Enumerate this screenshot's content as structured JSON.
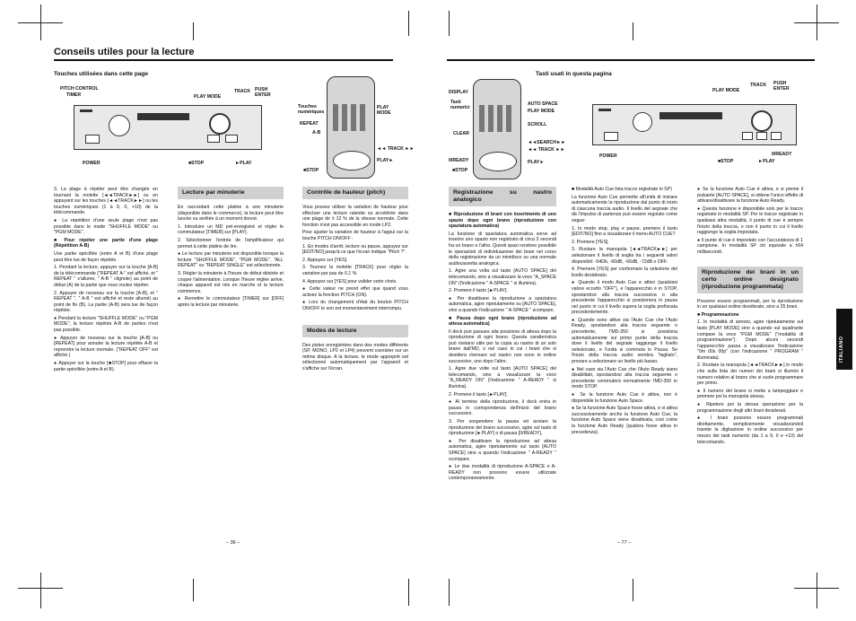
{
  "left_page": {
    "section_title": "Conseils utiles pour la lecture",
    "fig_caption": "Touches utilisées dans cette page",
    "fig_labels": {
      "pitch_control": "PITCH CONTROL",
      "timer": "TIMER",
      "play_mode": "PLAY MODE",
      "track": "TRACK",
      "push_enter": "PUSH\nENTER",
      "power": "POWER",
      "stop": "■STOP",
      "play": "►PLAY",
      "touches_num": "Touches\nnumériques",
      "repeat": "REPEAT",
      "ab": "A-B",
      "play_mode_r": "PLAY\nMODE",
      "track_r": "◄◄ TRACK ►►",
      "play_r": "PLAY►",
      "stop_r": "■STOP"
    },
    "col1": [
      "3. La plage à répéter peut être changée en tournant la molette [◄◄TRACK►►] ou en appuyant sur les touches [◄◄TRACK►►] ou les touches numériques (1 à 9, 0, +10) de la télécommande.",
      "● La répétition d'une seule plage n'est pas possible dans le mode \"SHUFFLE MODE\" ou \"PGM MODE\".",
      "■ Pour répéter une partie d'une plage (Répétition A-B)",
      "Une partie spécifiée (entre A et B) d'une plage peut être lue de façon répétée.",
      "1. Pendant la lecture, appuyer sur la touche [A-B] de la télécommande (\"REPEAT A-\" est affiché, et \" REPEAT \" s'allume, \" A-B \" clignote) au point de début (A) de la partie que vous voulez répéter.",
      "2. Appuyer de nouveau sur la touche [A-B], et \" REPEAT \", \" A-B \" est affiché et reste allumé) au point de fin (B). La partie (A-B) sera lue de façon répétée.",
      "● Pendant la lecture \"SHUFFLE MODE\" ou \"PGM MODE\", la lecture répétée A-B de parties n'est pas possible.",
      "● Appuyer de nouveau sur la touche [A-B] ou [REPEAT] pour annuler la lecture répétée A-B et reprendre la lecture normale. (\"REPEAT OFF\" est affiché.)",
      "● Appuyer sur la touche [■STOP] pour effacer la partie spécifiée (entre A et B)."
    ],
    "col2_title": "Lecture par minuterie",
    "col2": [
      "En raccordant cette platine à une minuterie (disponible dans le commerce), la lecture peut être lancée ou arrêtée à un moment donné.",
      "1. Introduire un MD pré-enregistré et régler le commutateur [TIMER] sur [PLAY].",
      "2. Sélectionner l'entrée de l'amplificateur qui permet à cette platine de lire.",
      "● Le lecture par minuterie est disponible lorsque la lecture \"SHUFFLE MODE\", \"PGM MODE\", \"ALL REPEAT\" ou \"REPEAT SINGLE\" est sélectionnée.",
      "3. Régler la minuterie à l'heure de début désirée et couper l'alimentation. Lorsque l'heure réglée arrive, chaque appareil est mis en marche et la lecture commence.",
      "● Remettre le commutateur [TIMER] sur [OFF] après la lecture par minuterie."
    ],
    "col3_title": "Contrôle de hauteur (pitch)",
    "col3": [
      "Vous pouvez utiliser la variation de hauteur pour effectuer une lecture ralentie ou accélérée dans une plage de ± 12 % de la vitesse normale. Cette fonction n'est pas accessible en mode LP2.",
      "Pour ajuster la variation de hauteur à l'appui sur la touche PITCH ON/OFF :",
      "1. En modes d'arrêt, lecture ou pause, appuyez sur [EDIT/NO] jusqu'à ce que l'écran indique \"Pitch ?\".",
      "2. Appuyez sur [YES].",
      "3. Tournez la molette [TRACK] pour régler la variation par pas de 0,1 %.",
      "4. Appuyez sur [YES] pour valider votre choix.",
      "● Cette valeur ne prend effet que quand vous activez la fonction PITCH (ON).",
      "● Lors du changement d'état du bouton PITCH ON/OFF le son est momentanément interrompu."
    ],
    "col3b_title": "Modes de lecture",
    "col3b": [
      "Des pistes enregistrées dans des modes différents (SP, MONO, LP2 et LP4) peuvent coexister sur un même disque. A la lecture, le mode approprié est sélectionné automatiquement par l'appareil et s'affiche sur l'écran."
    ],
    "page_number": "– 36 –"
  },
  "right_page": {
    "fig_caption": "Tasti usati in questa pagina",
    "fig_labels": {
      "display": "DISPLAY",
      "tasti": "Tasti\nnumerici",
      "clear": "CLEAR",
      "ready": "II/READY",
      "stop": "■STOP",
      "auto_space": "AUTO SPACE",
      "play_mode": "PLAY MODE",
      "scroll": "SCROLL",
      "search": "◄◄SEARCH►►",
      "track": "◄◄ TRACK ►►",
      "play": "PLAY►",
      "play_mode_d": "PLAY MODE",
      "track_d": "TRACK",
      "push_enter": "PUSH\nENTER",
      "power": "POWER",
      "stop_d": "■STOP",
      "play_d": "►PLAY",
      "ready_d": "II/READY"
    },
    "col1_title": "Registrazione su nastro analogico",
    "col1": [
      "■ Riproduzione di brani con inserimento di uno spazio dopo ogni brano (riproduzione con spaziatura automatica)",
      "La funzione di spaziatura automatica serve ad inserire uno spazio non registrato di circa 3 secondi fra un brano e l'altro. Questi spazi rendono possibile le operazioni di individuazione dei brani nel corso della registrazione da un minidisco su una normale audiocassetta analogica.",
      "1. Agire una volta sul tasto [AUTO SPACE] del telecomando, sino a visualizzare la voce \"A_SPACE ON\" (l'indicazione \" A-SPACE \" si illumina).",
      "2. Premere il tasto [►PLAY].",
      "● Per disattivare la riproduzione a spaziatura automatica, agire ripetutamente su [AUTO SPACE], sino a quando l'indicazione \" A-SPACE \" scompare.",
      "■ Pausa dopo ogni brano (riproduzione ad attesa automatica)",
      "Il deck può passare alla posizione di attesa dopo la riproduzione di ogni brano. Questa caratteristica può rivelarsi utile per la copia su nastro di un solo brano dall'MD, o nel caso in cui i brani che si desidera riversare sul nastro non sono in ordine successivo, uno dopo l'altro.",
      "1. Agire due volte sul tasto [AUTO SPACE] del telecomando, sino a visualizzare la voce \"A_READY ON\" (l'indicazione \" A-READY \" si illumina).",
      "2. Premere il tasto [►PLAY].",
      "● Al termine della riproduzione, il deck entra in pausa in corrispondenza dell'inizio del brano successivo.",
      "3. Per sospendere la pausa ed avviare la riproduzione del brano successivo, agire sul tasto di riproduzione [►PLAY] o di pausa [II/READY].",
      "● Per disattivare la riproduzione ad attesa automatica, agire ripetutamente sul tasto [AUTO SPACE] sino a quando l'indicazione \" A-READY \" scompare.",
      "● Le due modalità di riproduzione A-SPACE e A-READY non possono essere utilizzate contemporaneamente."
    ],
    "col2": [
      "■ Modalità Auto Cue lista tracce registrate in SP)",
      "La funzione Auto Cue permette all'unità di iniziare automaticamente la riproduzione dal punto di inizio di ciascuna traccia audio. Il livello del segnale che dà l'impulso di partenza può essere regolato come segue:",
      "1. In modo stop, play e pause, premere il tasto [EDIT/NO] fino a visualizzare il menu AUTO CUE?",
      "2. Premere [YES].",
      "3. Ruotare la manopola [◄◄TRACK►►] per selezionare il livello di soglia tra i seguenti valori disponibili: -54Db, -60dB, -66dB, -72dB o OFF.",
      "4. Premere [YES] per confermare la selezione del livello desiderato.",
      "● Quando il modo Auto Cue e attivo (qualsiasi valore eccetto \"OFF\"), e l'apparecchio è in STOP, spostandosi alla traccia successiva o alla precedente l'apparecchio si posizionera in pausa nel punto in cui il livello supera la soglia prefissata precedentemente.",
      "● Quando sono attive sia l'Auto Cue che l'Auto Ready, spostandosi alla traccia seguente o precedente, l'MD-350 si posiziona automaticamente sul primo punto della traccia dove il livello del segnale raggiunge il livello selezionato, e l'unità si commuta in Pausa. Se l'inizio della traccia audio sembra \"tagliato\", provare a selezionare un livello più basso.",
      "● Nel caso sia l'Auto Cue che l'Auto Ready siano disabilitati, spostandosi alla traccia seguente o precedente commuterà normalmente l'MD-350 in modo STOP.",
      "● Se la funzione Auto Cue è attiva, non è disponibile la funzione Auto Space.",
      "● Se la funzione Auto Space fosse attiva, e si attiva successivamente anche la funzione Auto Cue, la funzione Auto Space viene disattivata, così come la funzione Auto Ready (qualora fosse attiva in precedenza)."
    ],
    "col3": [
      "● Se la funzione Auto Cue è attiva, e si preme il pulsante [AUTO SPACE], si ottiene l'unico effetto di attivare/disattivare la funzione Auto Ready.",
      "● Questa funzione è disponibile solo per le tracce registrate in modalità SP. Per le tracce registrate in qualsiasi altra modalità, il punto di cue è sempre l'inizio della traccia, o non il punto in cui il livello raggiunge la soglia impostata.",
      "● Il punto di cue è impostato con l'accuratezza di 1 campione. In modalità SP ciò equivale a ±64 millisecondi."
    ],
    "col3_title": "Riproduzione dei brani in un certo ordine designato (riproduzione programmata)",
    "col3b": [
      "Possono essere programmati, per la riproduzione in un qualsiasi ordine desiderato, sino a 25 brani.",
      "■ Programmazione",
      "1. In modalità di arresto, agire ripetutamente sul tasto [PLAY MODE] sino a quando sul quadrante compare la voce \"PGM MODE\" (\"modalità di programmazione\"). Dopo alcuni secondi l'apparecchio passa a visualizzare l'indicazione \"0m 00s 00p\" (con l'indicazione \" PROGRAM \" illuminata).",
      "2. Ruotare la manopola [◄◄TRACK►►] in modo che sulla lista dei numeri dei brani si illumini il numero relativo al brano che si vuole programmare per primo.",
      "● Il numero del brano si mette a lampeggiare e premere poi la manopola stessa.",
      "● Ripetere poi la stessa operazione per la programmazione degli altri brani desiderati.",
      "● I brani possono essere programmati direttamente, semplicemente visualizzandoli tramite la digitazione in ordine successivo per mezzo dei tasti numerici (da 1 a 9, 0 e +10) del telecomando."
    ],
    "side_tab": "ITALIANO",
    "page_number": "– 77 –"
  }
}
